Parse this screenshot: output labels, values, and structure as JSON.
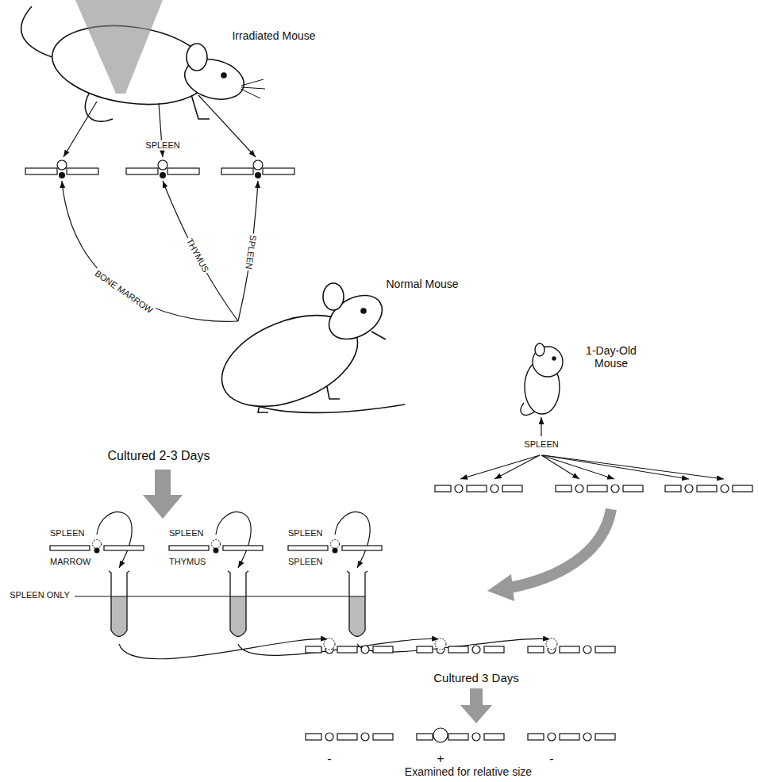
{
  "diagram": {
    "nodes": [
      {
        "text": [
          "SPLEEN",
          "MARROW"
        ]
      },
      {
        "text": [
          "SPLEEN",
          "THYMUS"
        ]
      },
      {
        "text": [
          "SPLEEN",
          "SPLEEN"
        ]
      }
    ],
    "labels": [
      "Irradiated Mouse",
      "SPLEEN",
      "THYMUS",
      "SPLEEN",
      "BONE MARROW",
      "Normal Mouse",
      "1-Day-Old Mouse",
      "Cultured 2-3 Days",
      "SPLEEN",
      "SPLEEN ONLY",
      "Cultured 3 Days",
      "-",
      "+",
      "-",
      "Examined for relative size"
    ]
  }
}
